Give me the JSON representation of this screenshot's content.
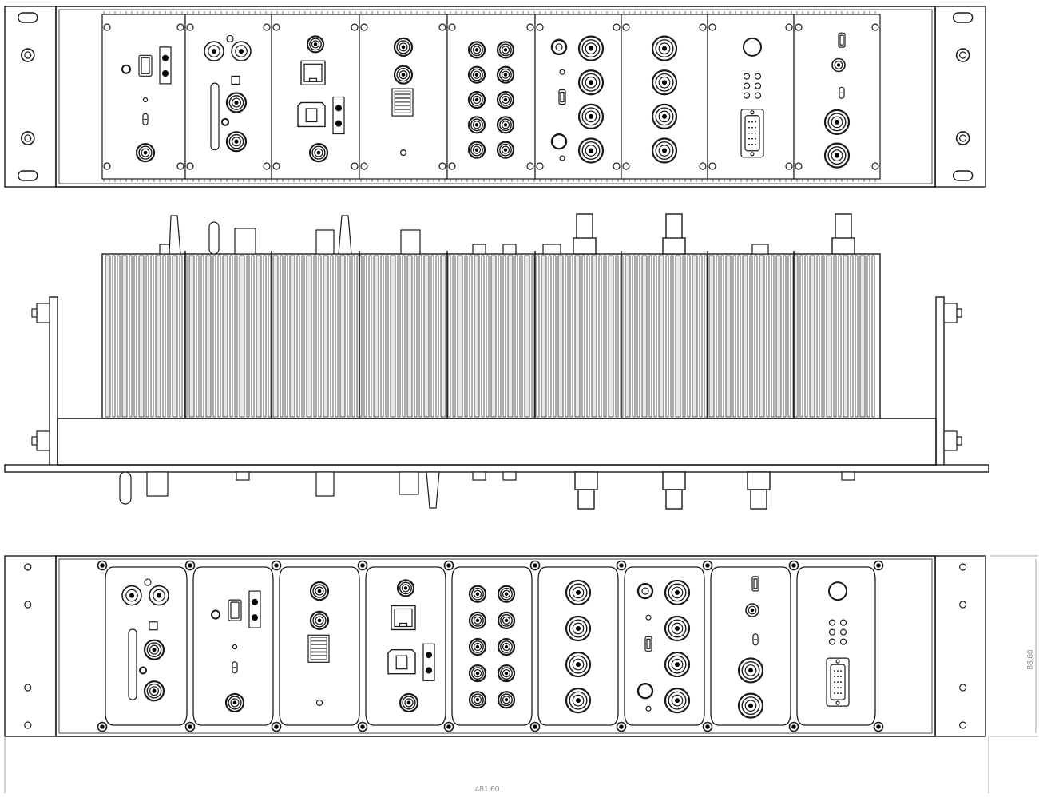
{
  "drawing": {
    "dimension_width": "481.60",
    "dimension_height": "88.60",
    "module_count": 9
  },
  "colors": {
    "line": "#1a1a1a",
    "fill": "#ffffff",
    "accent": "#000000",
    "dimension": "#8a8a8a"
  },
  "views": {
    "top": {
      "modules": [
        {
          "type": "hdmi-ir-card",
          "connectors": [
            "hdmi-icon",
            "ir-port-icon",
            "small-hole-icon",
            "toggle-switch-icon",
            "bnc-connector-icon"
          ]
        },
        {
          "type": "antenna-rf-card",
          "connectors": [
            "rf-connector-icon",
            "rf-connector-icon",
            "antenna-icon",
            "bnc-connector-icon",
            "bnc-connector-icon"
          ]
        },
        {
          "type": "ethernet-usb-card",
          "connectors": [
            "bnc-connector-icon",
            "rj45-port-icon",
            "usb-port-icon",
            "bnc-connector-icon"
          ]
        },
        {
          "type": "terminal-card",
          "connectors": [
            "bnc-connector-icon",
            "bnc-connector-icon",
            "terminal-block-icon",
            "small-hole-icon"
          ]
        },
        {
          "type": "multi-bnc-card",
          "connectors": [
            "bnc-grid-icon"
          ]
        },
        {
          "type": "sdi-io-card",
          "connectors": [
            "round-jack-icon",
            "micro-usb-icon",
            "bnc-connector-icon"
          ]
        },
        {
          "type": "quad-bnc-card",
          "connectors": [
            "bnc-connector-icon"
          ]
        },
        {
          "type": "vga-card",
          "connectors": [
            "round-button-icon",
            "led-grid-icon",
            "vga-port-icon"
          ]
        },
        {
          "type": "dual-bnc-card",
          "connectors": [
            "usb-port-icon",
            "rf-connector-icon",
            "toggle-switch-icon",
            "bnc-connector-icon",
            "bnc-connector-icon"
          ]
        }
      ]
    },
    "side": {
      "fin_groups": 9
    },
    "front": {
      "modules": [
        {
          "type": "antenna-rf-card"
        },
        {
          "type": "hdmi-ir-card"
        },
        {
          "type": "terminal-card"
        },
        {
          "type": "ethernet-usb-card"
        },
        {
          "type": "multi-bnc-card"
        },
        {
          "type": "quad-bnc-card"
        },
        {
          "type": "sdi-io-card"
        },
        {
          "type": "dual-bnc-card"
        },
        {
          "type": "vga-card"
        }
      ]
    }
  }
}
